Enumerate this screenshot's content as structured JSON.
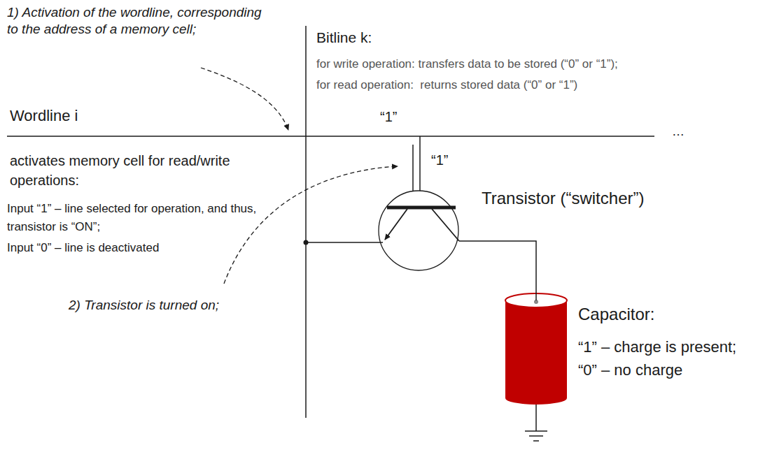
{
  "diagram": {
    "nodes": [
      {
        "text": [
          "Transistor (“switcher”)"
        ]
      },
      {
        "text": [
          "Capacitor:",
          "“1” – charge is present;",
          "“0” – no charge"
        ]
      }
    ],
    "edges": [
      {
        "from": 0,
        "to": 1,
        "arrow": "none"
      }
    ],
    "labels": [
      "1) Activation of the wordline, corresponding to the address of a memory cell;",
      "Bitline k:",
      "for write operation: transfers data to be stored (“0” or “1”);",
      "for read operation:  returns stored data (“0” or “1”)",
      "Wordline i",
      "“1”",
      "“1”",
      "…",
      "activates memory cell for read/write operations:",
      "Input “1” – line selected for operation, and thus, transistor is “ON”;",
      "Input “0” – line is deactivated",
      "2) Transistor is turned on;"
    ]
  }
}
